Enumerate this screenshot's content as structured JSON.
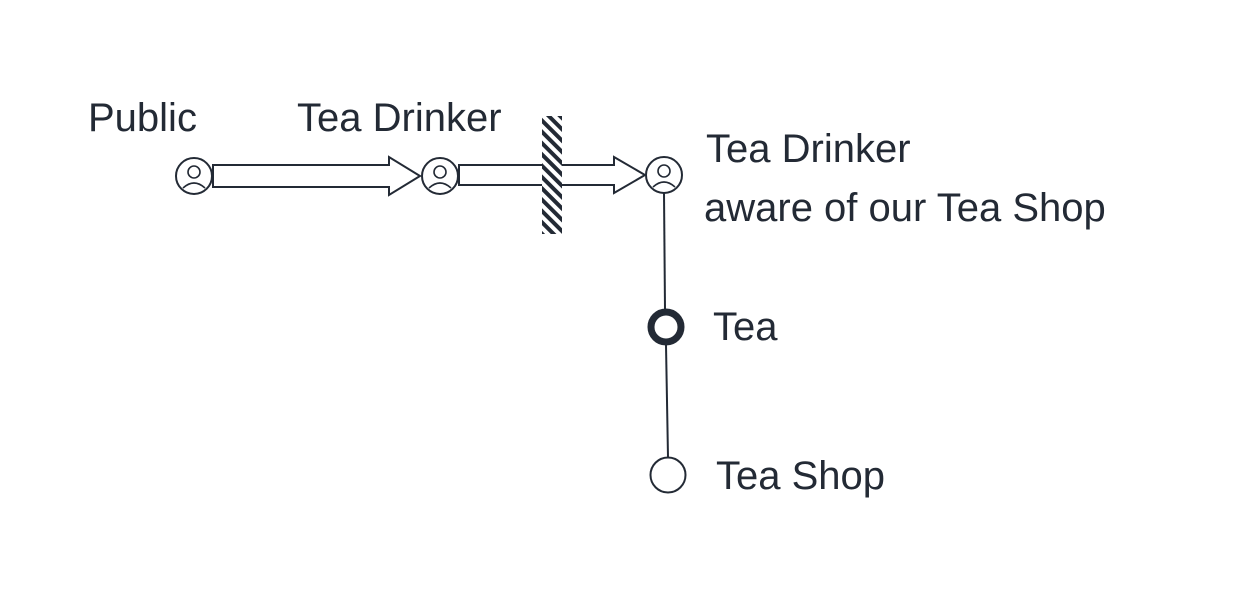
{
  "labels": {
    "public": "Public",
    "tea_drinker": "Tea Drinker",
    "aware_line1": "Tea Drinker",
    "aware_line2": "aware of our Tea Shop",
    "tea": "Tea",
    "tea_shop": "Tea Shop"
  },
  "colors": {
    "ink": "#232a35",
    "background": "#ffffff"
  },
  "icons": {
    "user": "user-icon"
  }
}
